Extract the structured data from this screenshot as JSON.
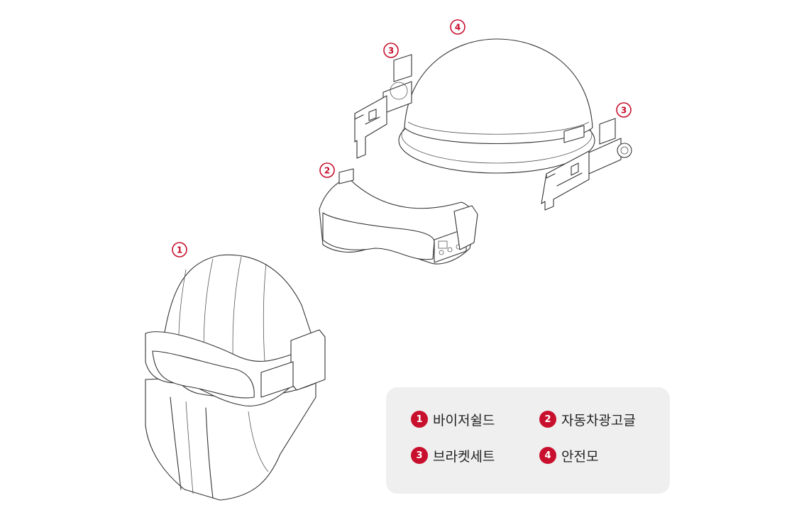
{
  "callouts": [
    {
      "num": "1"
    },
    {
      "num": "2"
    },
    {
      "num": "3"
    },
    {
      "num": "3"
    },
    {
      "num": "4"
    }
  ],
  "legend": {
    "items": [
      {
        "num": "1",
        "label": "바이저쉴드"
      },
      {
        "num": "2",
        "label": "자동차광고글"
      },
      {
        "num": "3",
        "label": "브라켓세트"
      },
      {
        "num": "4",
        "label": "안전모"
      }
    ]
  },
  "colors": {
    "accent": "#c8102e",
    "legend_bg": "#efefef"
  }
}
